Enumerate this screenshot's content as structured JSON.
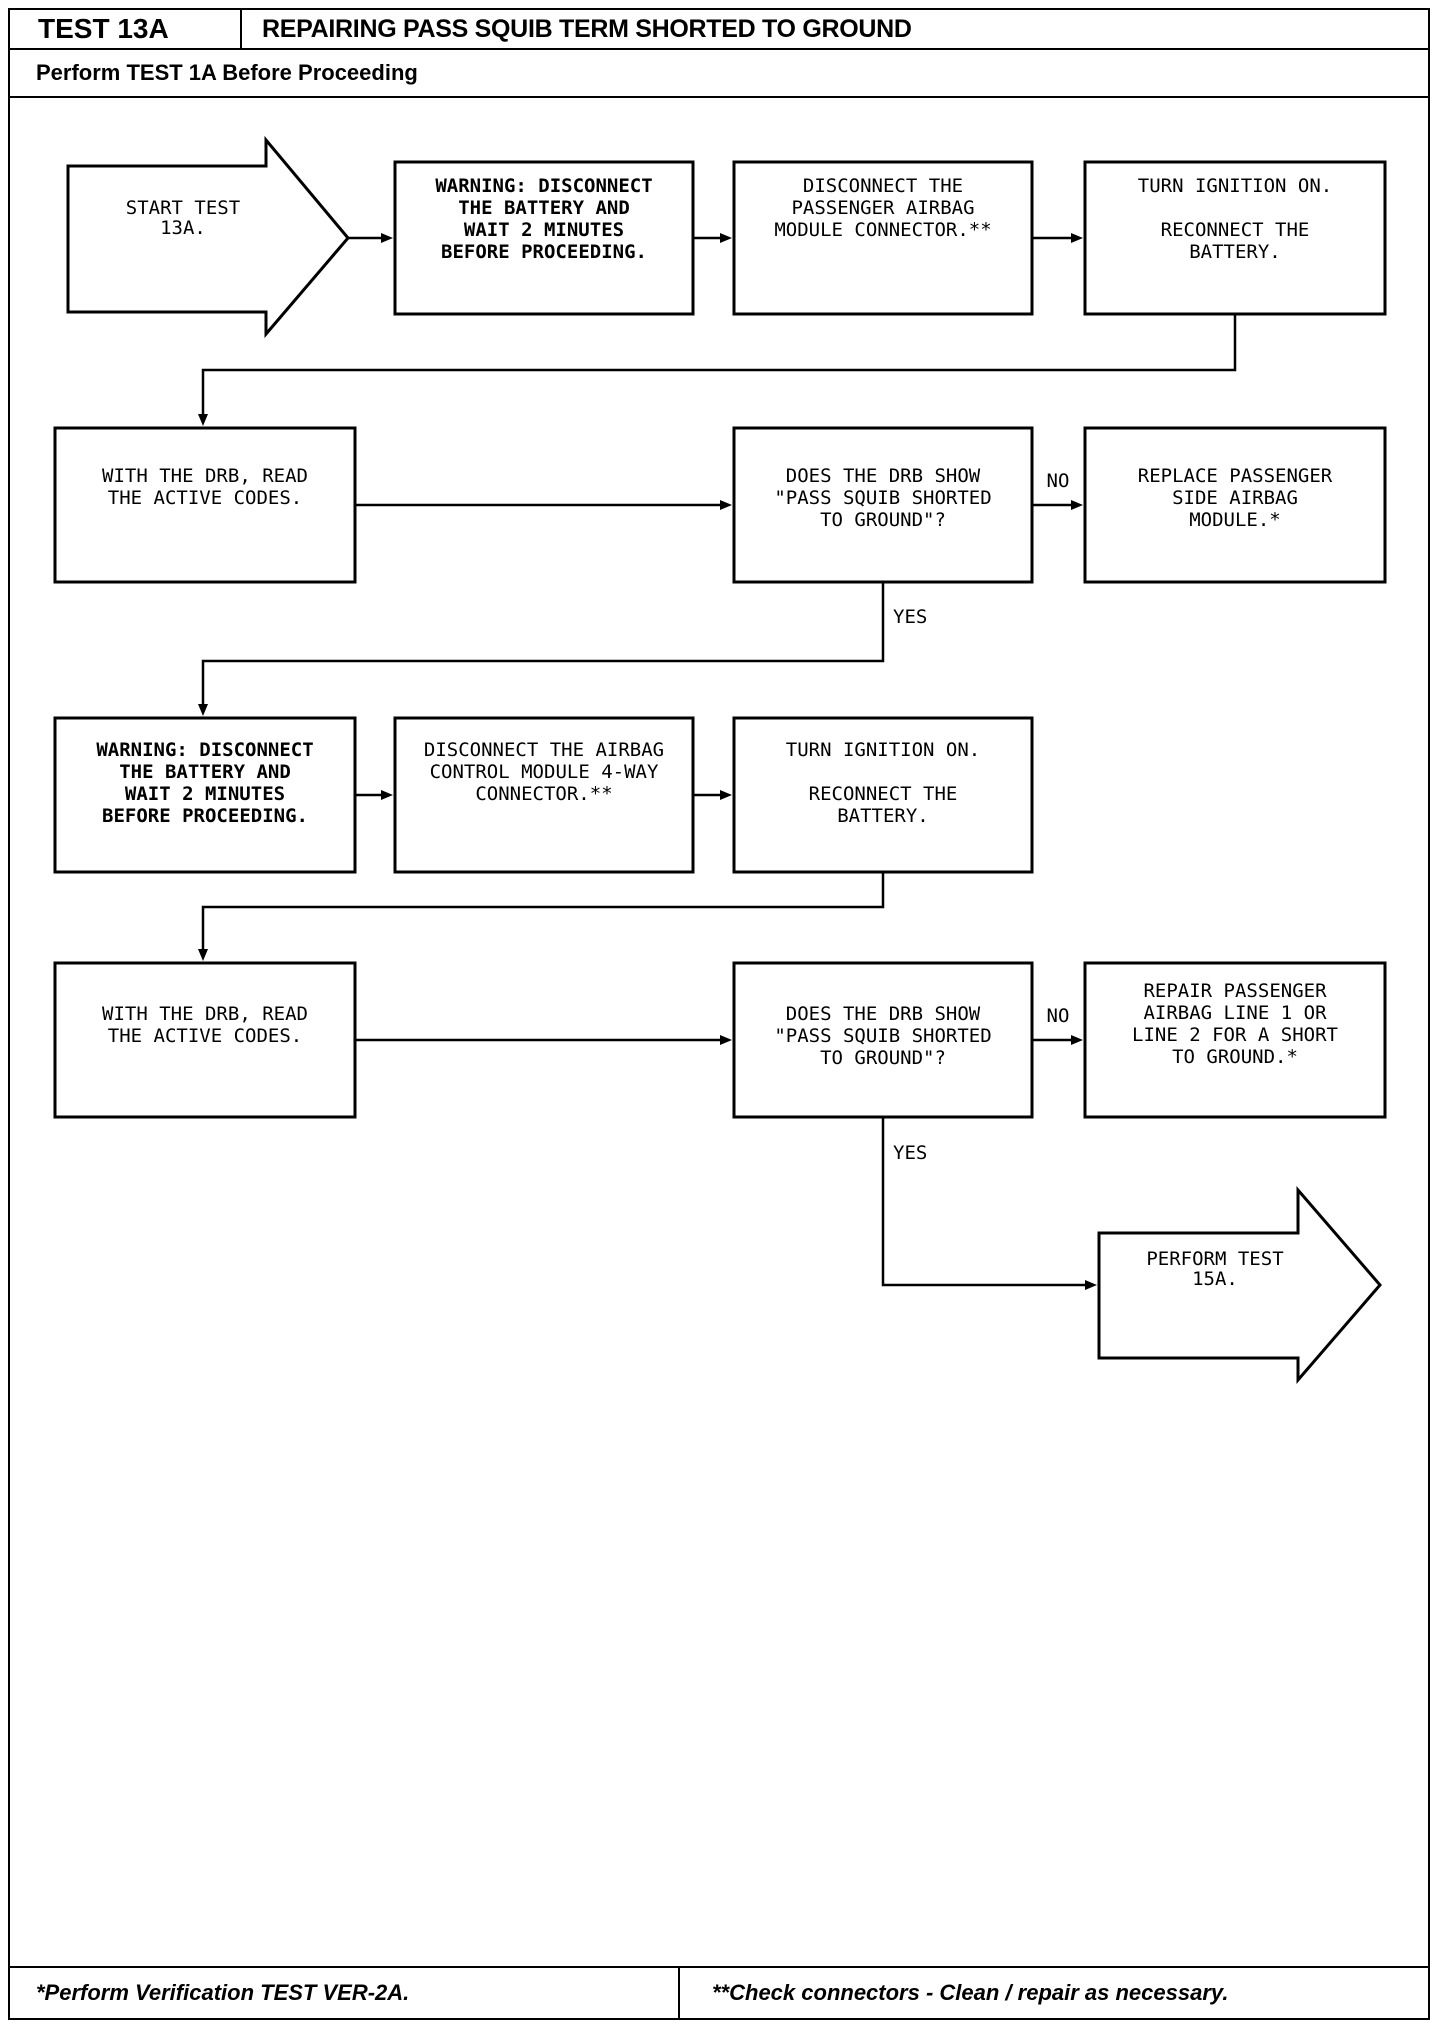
{
  "header": {
    "test_number": "TEST 13A",
    "title": "REPAIRING PASS SQUIB TERM SHORTED TO GROUND",
    "prerequisite": "Perform TEST 1A Before Proceeding"
  },
  "footer": {
    "left_note": "*Perform Verification TEST VER-2A.",
    "right_note": "**Check connectors - Clean / repair as necessary."
  },
  "flow": {
    "start": [
      "START TEST",
      "13A."
    ],
    "warning_1": [
      "WARNING: DISCONNECT",
      "THE BATTERY AND",
      "WAIT 2 MINUTES",
      "BEFORE PROCEEDING."
    ],
    "disconnect_passenger": [
      "DISCONNECT THE",
      "PASSENGER AIRBAG",
      "MODULE CONNECTOR.**"
    ],
    "ignition_1": [
      "TURN IGNITION ON.",
      "",
      "RECONNECT THE",
      "BATTERY."
    ],
    "read_codes_1": [
      "WITH THE DRB, READ",
      "THE ACTIVE CODES."
    ],
    "question_1": [
      "DOES THE DRB SHOW",
      "\"PASS SQUIB SHORTED",
      "TO GROUND\"?"
    ],
    "no_1": "NO",
    "replace_module": [
      "REPLACE PASSENGER",
      "SIDE AIRBAG",
      "MODULE.*"
    ],
    "yes_1": "YES",
    "warning_2": [
      "WARNING: DISCONNECT",
      "THE BATTERY AND",
      "WAIT 2 MINUTES",
      "BEFORE PROCEEDING."
    ],
    "disconnect_acm": [
      "DISCONNECT THE AIRBAG",
      "CONTROL MODULE 4-WAY",
      "CONNECTOR.**"
    ],
    "ignition_2": [
      "TURN IGNITION ON.",
      "",
      "RECONNECT THE",
      "BATTERY."
    ],
    "read_codes_2": [
      "WITH THE DRB, READ",
      "THE ACTIVE CODES."
    ],
    "question_2": [
      "DOES THE DRB SHOW",
      "\"PASS SQUIB SHORTED",
      "TO GROUND\"?"
    ],
    "no_2": "NO",
    "repair_line": [
      "REPAIR PASSENGER",
      "AIRBAG LINE 1 OR",
      "LINE 2 FOR A SHORT",
      "TO GROUND.*"
    ],
    "yes_2": "YES",
    "perform_15a": [
      "PERFORM TEST",
      "15A."
    ]
  }
}
